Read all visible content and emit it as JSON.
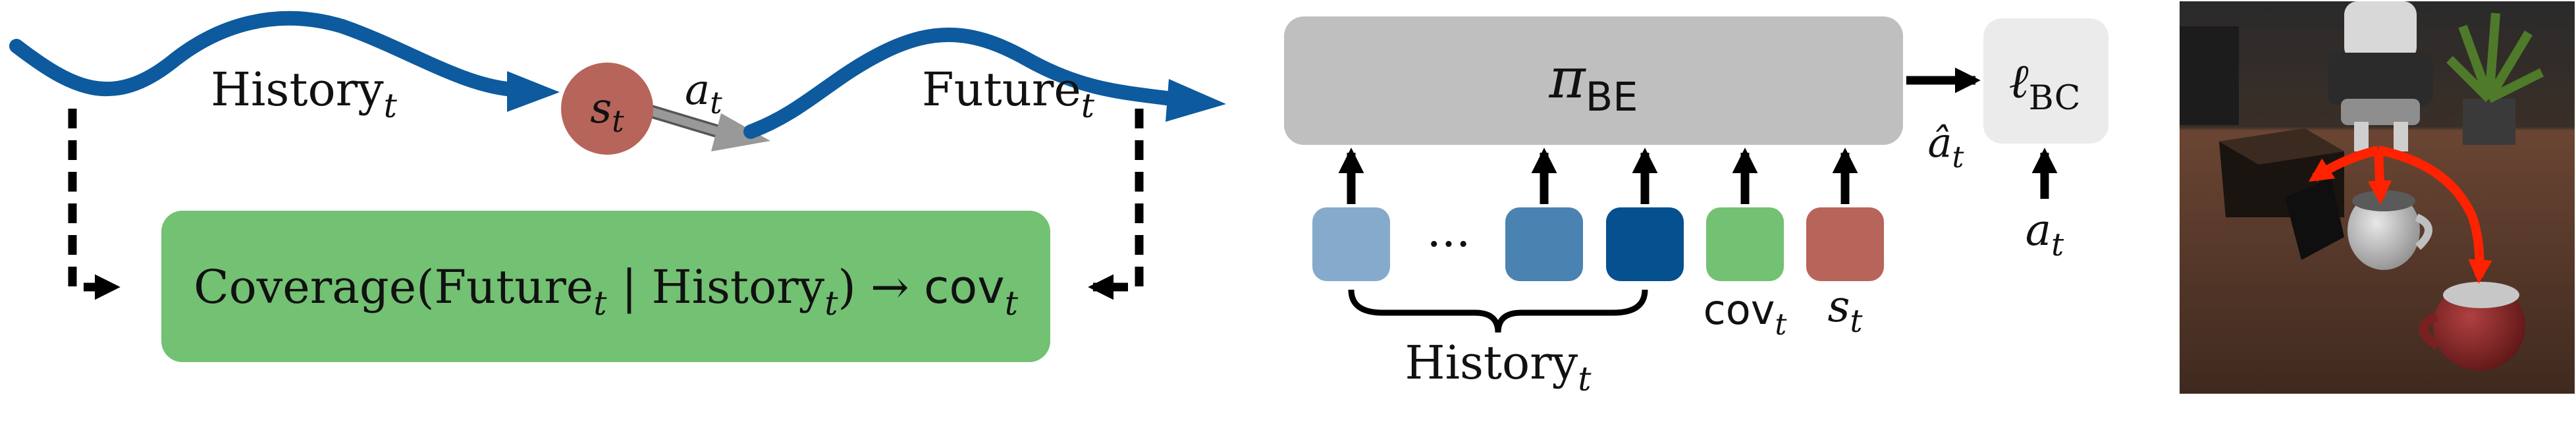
{
  "colors": {
    "trajectory": "#0d5a9e",
    "state": "#b7645a",
    "action_arrow": "#999999",
    "coverage_box": "#73c173",
    "policy_box": "#bfbfbf",
    "loss_box": "#ebebeb",
    "token_history_1": "#86aacb",
    "token_history_2": "#4a82b2",
    "token_history_3": "#05508f",
    "token_cov": "#73c173",
    "token_state": "#b7645a",
    "arrow": "#000000",
    "scene_arrow": "#ff2200",
    "scene_bg": "#4a3326"
  },
  "left_diagram": {
    "history": {
      "base": "History",
      "sub": "t"
    },
    "state": {
      "base": "s",
      "sub": "t"
    },
    "action": {
      "base": "a",
      "sub": "t"
    },
    "future": {
      "base": "Future",
      "sub": "t"
    },
    "coverage": {
      "prefix": "Coverage(Future",
      "sub1": "t",
      "mid": " | History",
      "sub2": "t",
      "suffix": ") → ",
      "cov_base": "cov",
      "cov_sub": "t"
    }
  },
  "middle_diagram": {
    "policy": {
      "base": "π",
      "sub": "BE"
    },
    "ellipsis": "···",
    "history_label": {
      "base": "History",
      "sub": "t"
    },
    "cov_label": {
      "base": "cov",
      "sub": "t"
    },
    "state_label": {
      "base": "s",
      "sub": "t"
    },
    "action_hat": {
      "base": "â",
      "sub": "t"
    },
    "loss": {
      "base": "ℓ",
      "sub": "BC"
    },
    "action_target": {
      "base": "a",
      "sub": "t"
    }
  },
  "scene": {
    "icon": "robot-kitchen-scene"
  }
}
